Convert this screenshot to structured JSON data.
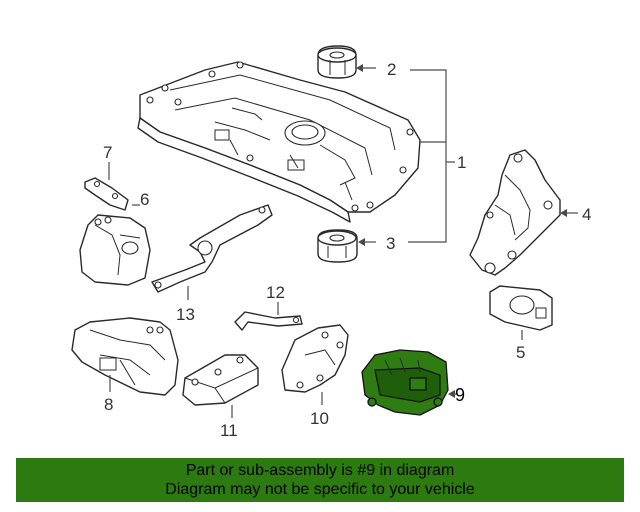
{
  "callouts": {
    "c1": "1",
    "c2": "2",
    "c3": "3",
    "c4": "4",
    "c5": "5",
    "c6": "6",
    "c7": "7",
    "c8": "8",
    "c9": "9",
    "c10": "10",
    "c11": "11",
    "c12": "12",
    "c13": "13"
  },
  "highlighted_part": "9",
  "highlight_color": "#2d7a10",
  "banner": {
    "line1": "Part or sub-assembly is #9 in diagram",
    "line2": "Diagram may not be specific to your vehicle"
  }
}
